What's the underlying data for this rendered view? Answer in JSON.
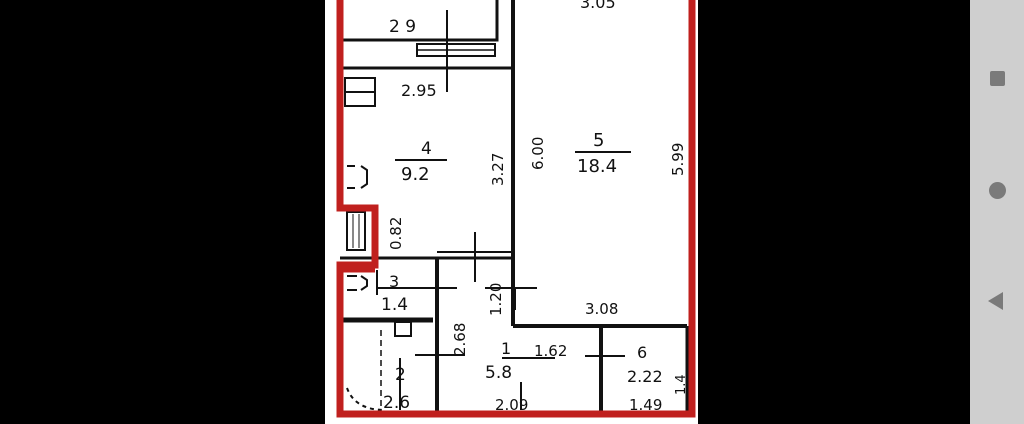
{
  "floorplan": {
    "top_labels": [
      "2 9",
      "3.05",
      "2.95"
    ],
    "rooms": [
      {
        "number": "4",
        "area": "9.2"
      },
      {
        "number": "5",
        "area": "18.4"
      },
      {
        "number": "3",
        "area": "1.4"
      },
      {
        "number": "2",
        "area": "2.6"
      },
      {
        "number": "1",
        "area": "5.8"
      },
      {
        "number": "6",
        "area": "2.22"
      }
    ],
    "dimensions": [
      "3.27",
      "6.00",
      "5.99",
      "0.82",
      "1.20",
      "3.08",
      "2.68",
      "1.62",
      "2.09",
      "1.49",
      "1.4"
    ]
  },
  "colors": {
    "outline": "#c0201e",
    "walls": "#111111",
    "background": "#ffffff",
    "navbar": "#cfcfcf",
    "nav_icons": "#7a7a7a"
  },
  "navbar": {
    "icons": [
      "recent-apps-icon",
      "home-icon",
      "back-icon"
    ]
  }
}
